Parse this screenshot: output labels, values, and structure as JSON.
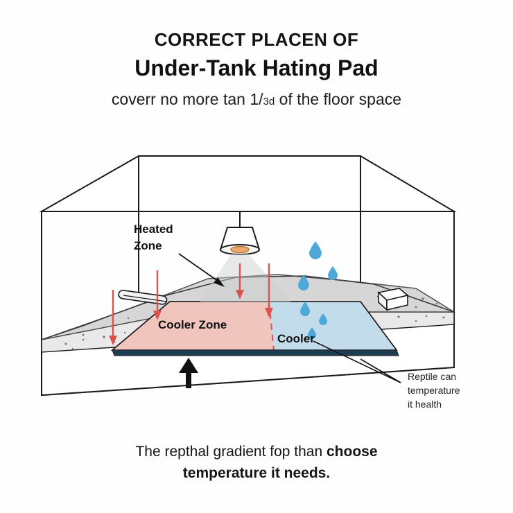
{
  "header": {
    "title_line1": "CORRECT PLACEN OF",
    "title_line2": "Under-Tank Hating Pad",
    "subtitle_before": "coverr no more tan 1/",
    "subtitle_frac": "3d",
    "subtitle_after": " of the floor space"
  },
  "diagram": {
    "labels": {
      "heated_zone": "Heated",
      "heated_zone_2": "Zone",
      "cooler_zone": "Cooler Zone",
      "cooler": "Cooler",
      "note_line1": "Reptile can",
      "note_line2": "temperature",
      "note_line3": "it health"
    },
    "colors": {
      "heated_pad": "#f2c7bf",
      "cooler_pad": "#c4dcec",
      "substrate": "#d9d9d9",
      "substrate_edge": "#efefef",
      "arrow_red": "#d9534f",
      "water_drop": "#4ea8d8",
      "outline": "#1a1a1a"
    }
  },
  "caption": {
    "line1_plain": "The repthal gradient fop than ",
    "line1_strong": "choose",
    "line2_strong": "temperature it needs."
  }
}
